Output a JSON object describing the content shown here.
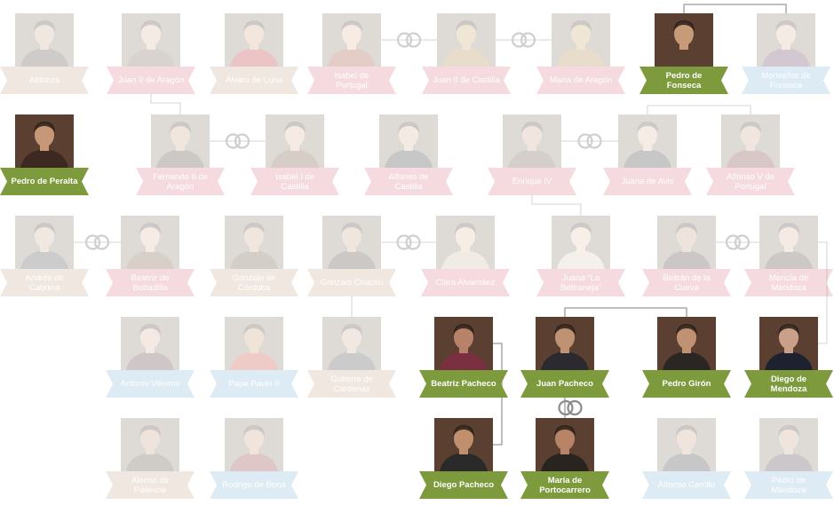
{
  "people": [
    {
      "id": "aldonza",
      "name": "Aldonza",
      "color": "tan",
      "active": false,
      "skin": "#c9a68c",
      "cloth": "#4a3b33"
    },
    {
      "id": "juan2aragon",
      "name": "Juan II de Aragón",
      "color": "pink",
      "active": false,
      "skin": "#d8b49c",
      "cloth": "#6c5846"
    },
    {
      "id": "alvaro",
      "name": "Álvaro de Luna",
      "color": "tan",
      "active": false,
      "skin": "#d2a27e",
      "cloth": "#b42222"
    },
    {
      "id": "isabelportugal",
      "name": "Isabel de Portugal",
      "color": "pink",
      "active": false,
      "skin": "#e3b59a",
      "cloth": "#9a3e2c"
    },
    {
      "id": "juan2castilla",
      "name": "Juan II de Castilla",
      "color": "pink",
      "active": false,
      "skin": "#c8a060",
      "cloth": "#a8803c"
    },
    {
      "id": "mariaaragon",
      "name": "María de Aragón",
      "color": "pink",
      "active": false,
      "skin": "#c8a060",
      "cloth": "#a8803c"
    },
    {
      "id": "pedrofonseca",
      "name": "Pedro de Fonseca",
      "color": "green",
      "active": true,
      "skin": "#c79a78",
      "cloth": "#5a4030"
    },
    {
      "id": "monsenor",
      "name": "Monseñor de Fonseca",
      "color": "blue",
      "active": false,
      "skin": "#d8b49a",
      "cloth": "#5a2a55"
    },
    {
      "id": "peralta",
      "name": "Pedro de Peralta",
      "color": "green",
      "active": true,
      "skin": "#c69878",
      "cloth": "#3c2a22"
    },
    {
      "id": "fernando2",
      "name": "Fernando II de Aragón",
      "color": "pink",
      "active": false,
      "skin": "#caa080",
      "cloth": "#3b2f29"
    },
    {
      "id": "isabel1",
      "name": "Isabel I de Castilla",
      "color": "pink",
      "active": false,
      "skin": "#e0b69a",
      "cloth": "#6a3f2c"
    },
    {
      "id": "alfonsocastilla",
      "name": "Alfonso de Castilla",
      "color": "pink",
      "active": false,
      "skin": "#d8b09a",
      "cloth": "#2d2a30"
    },
    {
      "id": "enrique4",
      "name": "Enrique IV",
      "color": "pink",
      "active": false,
      "skin": "#c8a288",
      "cloth": "#5d4a3c"
    },
    {
      "id": "juanaavis",
      "name": "Juana de Avis",
      "color": "pink",
      "active": false,
      "skin": "#e0b8a0",
      "cloth": "#2a2a2a"
    },
    {
      "id": "alfonso5",
      "name": "Alfonso V de Portugal",
      "color": "pink",
      "active": false,
      "skin": "#c8a088",
      "cloth": "#6a2a2a"
    },
    {
      "id": "andres",
      "name": "Andrés de Cabrera",
      "color": "tan",
      "active": false,
      "skin": "#ccaa90",
      "cloth": "#3e3e3e"
    },
    {
      "id": "beatrizbobadilla",
      "name": "Beatriz de Bobadilla",
      "color": "pink",
      "active": false,
      "skin": "#ddb69c",
      "cloth": "#6a4a32"
    },
    {
      "id": "gonzalocordoba",
      "name": "Gonzalo de Córdoba",
      "color": "tan",
      "active": false,
      "skin": "#c9a080",
      "cloth": "#5a4630"
    },
    {
      "id": "gonzalochacon",
      "name": "Gonzalo Chacón",
      "color": "tan",
      "active": false,
      "skin": "#c9a080",
      "cloth": "#3d2f26"
    },
    {
      "id": "clara",
      "name": "Clara Alvarnáez",
      "color": "pink",
      "active": false,
      "skin": "#e0bc9e",
      "cloth": "#c9b59a"
    },
    {
      "id": "beltraneja",
      "name": "Juana “La Beltraneja”",
      "color": "pink",
      "active": false,
      "skin": "#e6c2a8",
      "cloth": "#d8c8b8"
    },
    {
      "id": "beltran",
      "name": "Beltrán de la Cueva",
      "color": "pink",
      "active": false,
      "skin": "#c49a80",
      "cloth": "#3a2a2a"
    },
    {
      "id": "mencia",
      "name": "Mencía de Mendoza",
      "color": "pink",
      "active": false,
      "skin": "#dcb49a",
      "cloth": "#3a2d28"
    },
    {
      "id": "veneris",
      "name": "Antonio Véneris",
      "color": "blue",
      "active": false,
      "skin": "#d6b096",
      "cloth": "#4a2a2a"
    },
    {
      "id": "paulo2",
      "name": "Papa Paulo II",
      "color": "blue",
      "active": false,
      "skin": "#c69870",
      "cloth": "#c23a2a"
    },
    {
      "id": "gutierre",
      "name": "Gutierre de Cárdenas",
      "color": "tan",
      "active": false,
      "skin": "#ccaa90",
      "cloth": "#3b3b3b"
    },
    {
      "id": "beatrizpacheco",
      "name": "Beatriz Pacheco",
      "color": "green",
      "active": true,
      "skin": "#b8826a",
      "cloth": "#7a3040"
    },
    {
      "id": "juanpacheco",
      "name": "Juan Pacheco",
      "color": "green",
      "active": true,
      "skin": "#c09274",
      "cloth": "#2a2a30"
    },
    {
      "id": "pedrogiron",
      "name": "Pedro Girón",
      "color": "green",
      "active": true,
      "skin": "#c09274",
      "cloth": "#2a2624"
    },
    {
      "id": "diegomendoza",
      "name": "Diego de Mendoza",
      "color": "green",
      "active": true,
      "skin": "#caa088",
      "cloth": "#1e2230"
    },
    {
      "id": "alonsopalencia",
      "name": "Alonso de Palencia",
      "color": "tan",
      "active": false,
      "skin": "#c49a7c",
      "cloth": "#4a3a2a"
    },
    {
      "id": "rodrigoborja",
      "name": "Rodrigo de Borja",
      "color": "blue",
      "active": false,
      "skin": "#c89a80",
      "cloth": "#8a2a2a"
    },
    {
      "id": "diegopacheco",
      "name": "Diego Pacheco",
      "color": "green",
      "active": true,
      "skin": "#c0906e",
      "cloth": "#2a2a2a"
    },
    {
      "id": "mariaportocarrero",
      "name": "María de Portocarrero",
      "color": "green",
      "active": true,
      "skin": "#b88468",
      "cloth": "#2a2420"
    },
    {
      "id": "alfonsocarrillo",
      "name": "Alfonso Carrillo",
      "color": "blue",
      "active": false,
      "skin": "#c89c80",
      "cloth": "#2a2a30"
    },
    {
      "id": "pedromendoza",
      "name": "Pedro de Mendoza",
      "color": "blue",
      "active": false,
      "skin": "#c89c80",
      "cloth": "#3a2a3a"
    }
  ],
  "connections": [
    {
      "from": "juan2aragon",
      "to": "fernando2",
      "kind": "descent",
      "active": false
    },
    {
      "from": "isabelportugal",
      "to": "juan2castilla",
      "kind": "marriage",
      "active": false
    },
    {
      "from": "juan2castilla",
      "to": "mariaaragon",
      "kind": "marriage",
      "active": false
    },
    {
      "from": "fernando2",
      "to": "isabel1",
      "kind": "marriage",
      "active": false
    },
    {
      "from": "enrique4",
      "to": "juanaavis",
      "kind": "marriage",
      "active": false
    },
    {
      "from": "enrique4",
      "to": "beltraneja",
      "kind": "descent",
      "active": false
    },
    {
      "from": "juanaavis",
      "to": "alfonso5",
      "kind": "sibling",
      "active": false
    },
    {
      "from": "pedrofonseca",
      "to": "monsenor",
      "kind": "sibling",
      "active": true
    },
    {
      "from": "andres",
      "to": "beatrizbobadilla",
      "kind": "marriage",
      "active": false
    },
    {
      "from": "gonzalochacon",
      "to": "clara",
      "kind": "marriage",
      "active": false
    },
    {
      "from": "gonzalochacon",
      "to": "gutierre",
      "kind": "descent",
      "active": false
    },
    {
      "from": "beltran",
      "to": "mencia",
      "kind": "marriage",
      "active": false
    },
    {
      "from": "mencia",
      "to": "diegomendoza",
      "kind": "sibling",
      "active": false
    },
    {
      "from": "juanpacheco",
      "to": "pedrogiron",
      "kind": "sibling",
      "active": true
    },
    {
      "from": "juanpacheco",
      "to": "mariaportocarrero",
      "kind": "marriage",
      "active": true
    },
    {
      "from": "beatrizpacheco",
      "to": "diegopacheco",
      "kind": "sibling",
      "active": true
    }
  ]
}
